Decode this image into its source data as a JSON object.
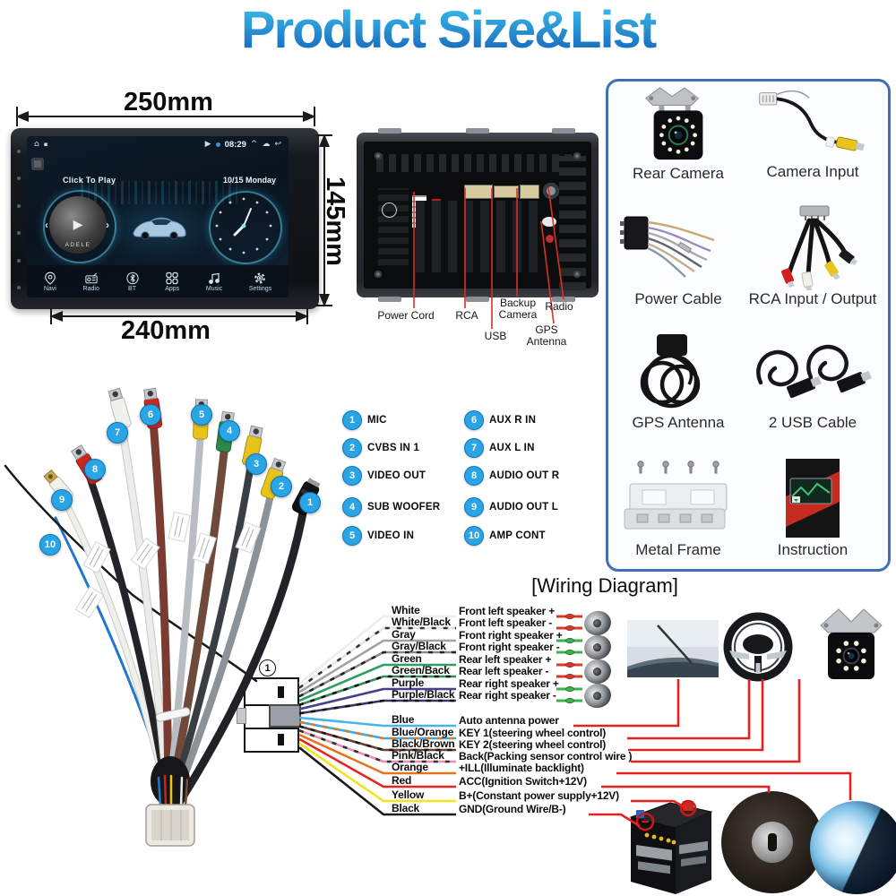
{
  "title": "Product Size&List",
  "front_unit": {
    "dim_top": "250mm",
    "dim_right": "145mm",
    "dim_bottom": "240mm",
    "screen": {
      "status_time": "08:29",
      "click_to_play": "Click To Play",
      "date": "10/15 Monday",
      "album_text": "ADELE",
      "nav_items": [
        {
          "label": "Navi",
          "icon": "location-pin-icon"
        },
        {
          "label": "Radio",
          "icon": "radio-icon"
        },
        {
          "label": "BT",
          "icon": "bluetooth-icon"
        },
        {
          "label": "Apps",
          "icon": "apps-grid-icon"
        },
        {
          "label": "Music",
          "icon": "music-note-icon"
        },
        {
          "label": "Settings",
          "icon": "gear-icon"
        }
      ]
    }
  },
  "rear_unit": {
    "labels": [
      {
        "text": "Power Cord"
      },
      {
        "text": "RCA"
      },
      {
        "text": "USB"
      },
      {
        "text": "Backup\nCamera"
      },
      {
        "text": "GPS\nAntenna"
      },
      {
        "text": "Radio"
      }
    ]
  },
  "accessories": {
    "items": [
      {
        "label": "Rear Camera",
        "icon": "rear-camera-image"
      },
      {
        "label": "Camera Input",
        "icon": "camera-input-cable-image"
      },
      {
        "label": "Power Cable",
        "icon": "power-cable-image"
      },
      {
        "label": "RCA Input / Output",
        "icon": "rca-input-output-image"
      },
      {
        "label": "GPS Antenna",
        "icon": "gps-antenna-image"
      },
      {
        "label": "2 USB Cable",
        "icon": "usb-cables-image"
      },
      {
        "label": "Metal Frame",
        "icon": "metal-frame-image"
      },
      {
        "label": "Instruction",
        "icon": "instruction-manual-image"
      }
    ]
  },
  "rca_ports": [
    {
      "num": "1",
      "label": "MIC"
    },
    {
      "num": "2",
      "label": "CVBS IN 1"
    },
    {
      "num": "3",
      "label": "VIDEO OUT"
    },
    {
      "num": "4",
      "label": "SUB WOOFER"
    },
    {
      "num": "5",
      "label": "VIDEO IN"
    },
    {
      "num": "6",
      "label": "AUX R IN"
    },
    {
      "num": "7",
      "label": "AUX L IN"
    },
    {
      "num": "8",
      "label": "AUDIO OUT R"
    },
    {
      "num": "9",
      "label": "AUDIO OUT L"
    },
    {
      "num": "10",
      "label": "AMP CONT"
    }
  ],
  "wiring": {
    "title": "[Wiring Diagram]",
    "connector_num": "1",
    "wires": [
      {
        "name": "White",
        "function": "Front left speaker +",
        "hex": "#ededed",
        "stripe": null
      },
      {
        "name": "White/Black",
        "function": "Front left speaker -",
        "hex": "#e4e4e4",
        "stripe": "#333333"
      },
      {
        "name": "Gray",
        "function": "Front right speaker +",
        "hex": "#a2a2a2",
        "stripe": null
      },
      {
        "name": "Gray/Black",
        "function": "Front right speaker -",
        "hex": "#8a8a8a",
        "stripe": "#222222"
      },
      {
        "name": "Green",
        "function": "Rear left speaker +",
        "hex": "#2e9e62",
        "stripe": null
      },
      {
        "name": "Green/Back",
        "function": "Rear left speaker -",
        "hex": "#2e8e58",
        "stripe": "#111111"
      },
      {
        "name": "Purple",
        "function": "Rear right speaker +",
        "hex": "#44408a",
        "stripe": null
      },
      {
        "name": "Purple/Black",
        "function": "Rear right speaker -",
        "hex": "#3a3566",
        "stripe": "#111111"
      },
      {
        "name": "Blue",
        "function": "Auto antenna power",
        "hex": "#45b4ea",
        "stripe": null
      },
      {
        "name": "Blue/Orange",
        "function": "KEY 1(steering wheel control)",
        "hex": "#3fa8e0",
        "stripe": "#e07a1e"
      },
      {
        "name": "Black/Brown",
        "function": "KEY 2(steering wheel control)",
        "hex": "#6b4030",
        "stripe": "#1a1a1a"
      },
      {
        "name": "Pink/Black",
        "function": "Back(Packing sensor control wire )",
        "hex": "#ee8fb0",
        "stripe": "#333333"
      },
      {
        "name": "Orange",
        "function": "+ILL(Illuminate backlight)",
        "hex": "#e4731c",
        "stripe": null
      },
      {
        "name": "Red",
        "function": "ACC(Ignition Switch+12V)",
        "hex": "#e52620",
        "stripe": null
      },
      {
        "name": "Yellow",
        "function": "B+(Constant power supply+12V)",
        "hex": "#f2e41f",
        "stripe": null
      },
      {
        "name": "Black",
        "function": "GND(Ground Wire/B-)",
        "hex": "#1a1a1a",
        "stripe": null
      }
    ]
  },
  "colors": {
    "title_gradient_top": "#3ec1ec",
    "title_gradient_bottom": "#1566bb",
    "panel_border": "#3f6fb5",
    "badge_blue": "#29a5e6",
    "leader_red": "#d93025",
    "wiring_red": "#e62020",
    "speaker_line_pattern": [
      "#e03426",
      "#e03426",
      "#37b34a",
      "#37b34a",
      "#e03426",
      "#e03426",
      "#37b34a",
      "#37b34a"
    ]
  }
}
